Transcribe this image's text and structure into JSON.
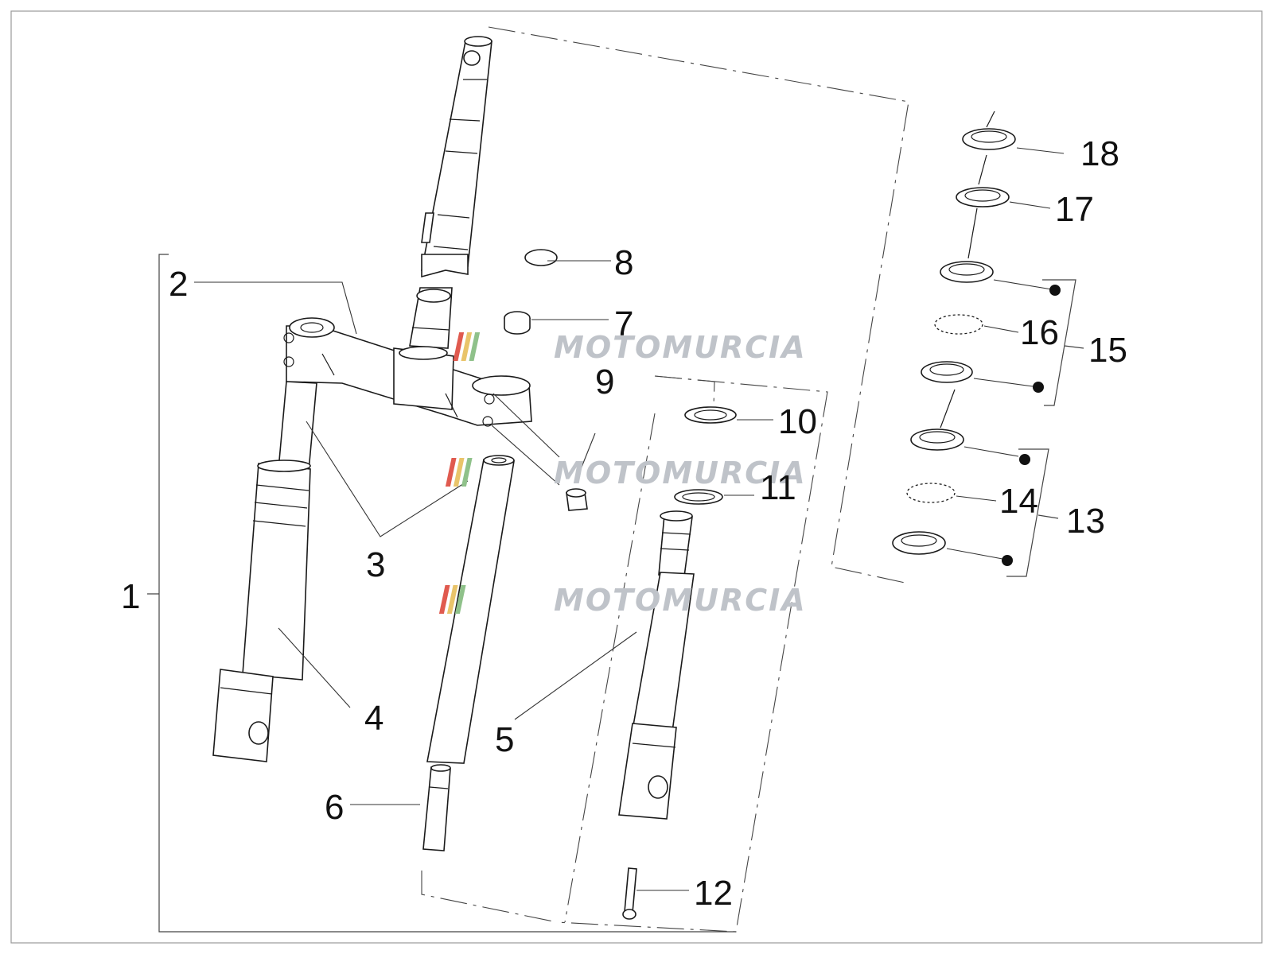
{
  "diagram": {
    "labels": {
      "l1": "1",
      "l2": "2",
      "l3": "3",
      "l4": "4",
      "l5": "5",
      "l6": "6",
      "l7": "7",
      "l8": "8",
      "l9": "9",
      "l10": "10",
      "l11": "11",
      "l12": "12",
      "l13": "13",
      "l14": "14",
      "l15": "15",
      "l16": "16",
      "l17": "17",
      "l18": "18"
    },
    "watermark": "MOTOMURCIA",
    "colors": {
      "stroke": "#1a1a1a",
      "watermark_text": "#bfc3c9",
      "watermark_stripe_red": "#e05a4f",
      "watermark_stripe_yellow": "#e9c46a",
      "watermark_stripe_green": "#8fc18a"
    }
  }
}
